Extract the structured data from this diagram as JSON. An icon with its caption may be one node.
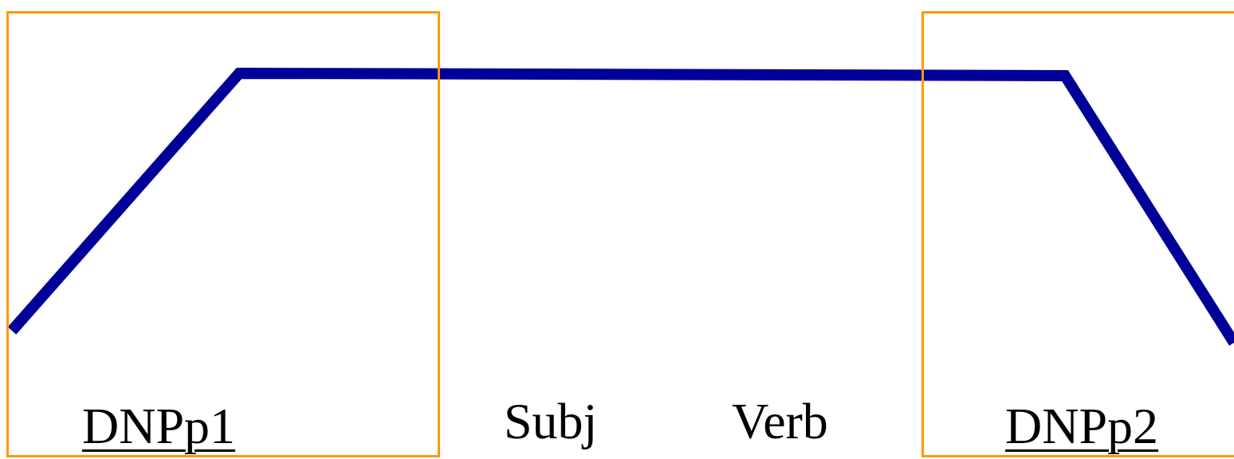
{
  "diagram": {
    "nodes": [
      {
        "text": [
          "DNPp1"
        ]
      },
      {
        "text": [
          "DNPp2"
        ]
      }
    ],
    "labels": [
      "Subj",
      "Verb"
    ]
  }
}
